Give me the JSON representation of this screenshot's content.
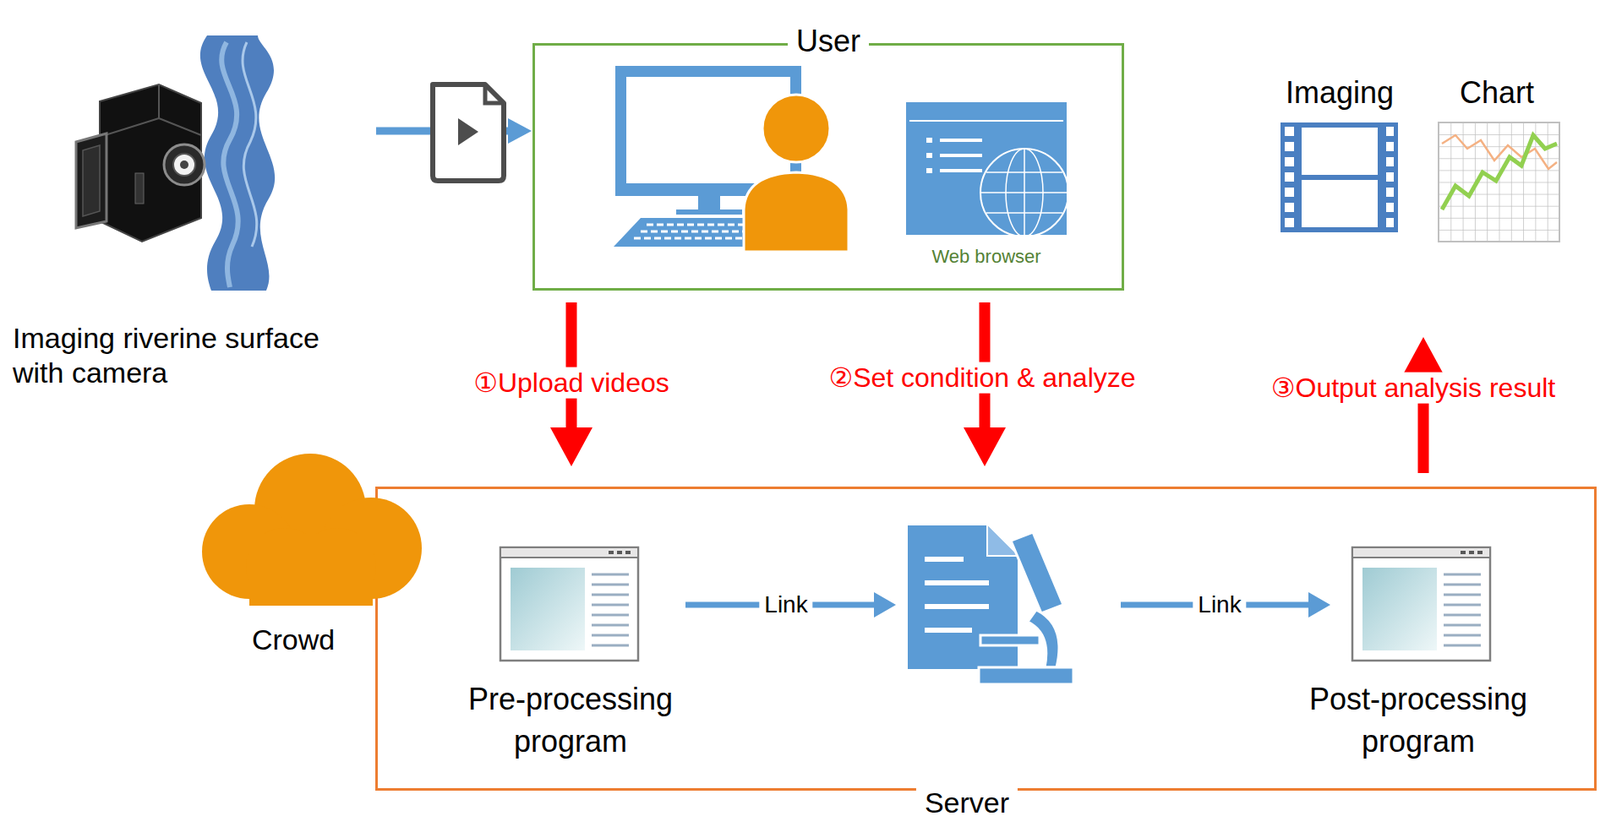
{
  "diagram": {
    "nodes": [
      {
        "text": [
          "Imaging riverine surface with camera"
        ]
      },
      {
        "text": [
          "User"
        ]
      },
      {
        "text": [
          "Web browser"
        ],
        "in": 1
      },
      {
        "text": [
          "Imaging"
        ]
      },
      {
        "text": [
          "Chart"
        ]
      },
      {
        "text": [
          "Crowd"
        ]
      },
      {
        "text": [
          "Server"
        ]
      },
      {
        "text": [
          "Pre-processing program"
        ],
        "in": 6
      },
      {
        "text": [
          "Post-processing program"
        ],
        "in": 6
      }
    ],
    "edges": [
      {
        "from": 0,
        "to": 1,
        "arrow": "to"
      },
      {
        "from": 1,
        "to": 6,
        "label": "①Upload videos",
        "arrow": "to"
      },
      {
        "from": 1,
        "to": 6,
        "label": "②Set condition & analyze",
        "arrow": "to"
      },
      {
        "from": 6,
        "to": 3,
        "label": "③Output analysis result",
        "arrow": "to"
      }
    ],
    "labels": [
      "Link",
      "Link"
    ]
  }
}
